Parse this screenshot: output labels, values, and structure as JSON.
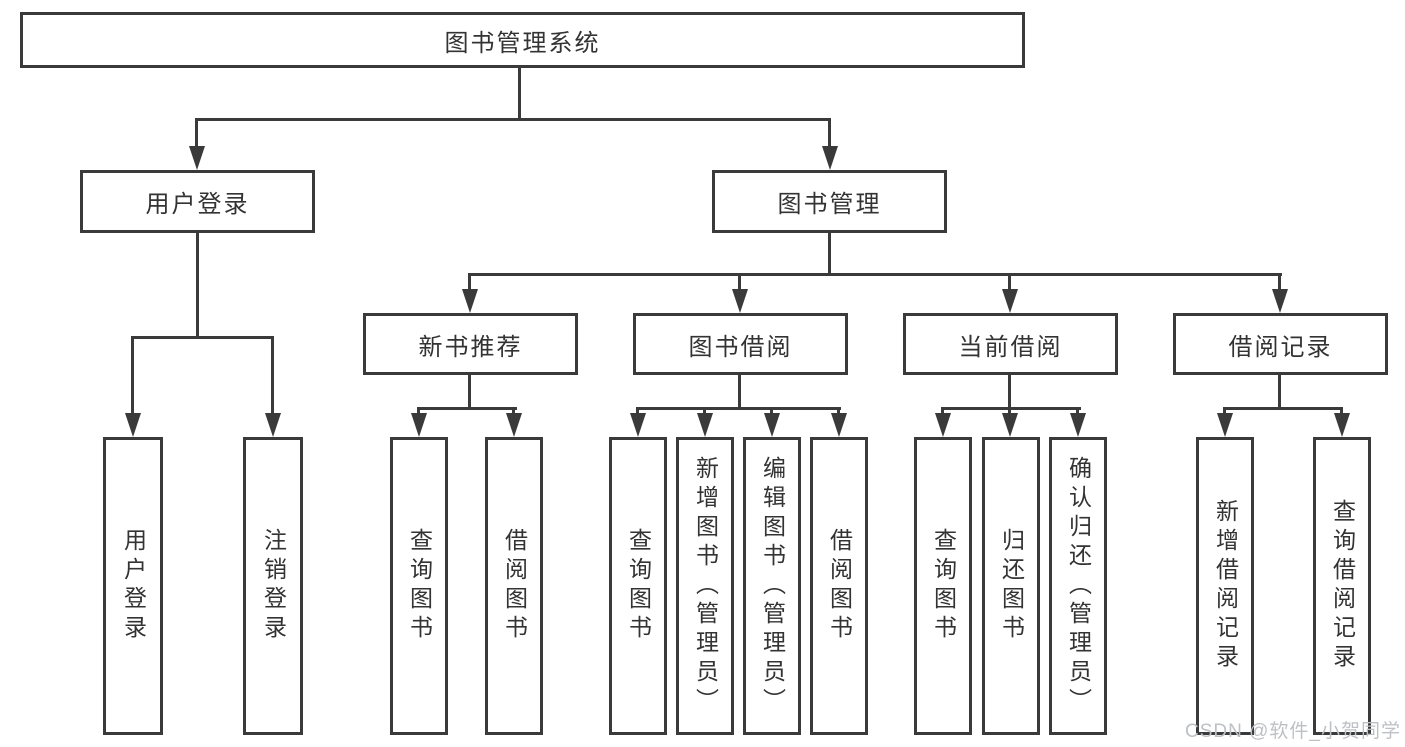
{
  "diagram": {
    "root": {
      "label": "图书管理系统"
    },
    "level2": [
      {
        "label": "用户登录"
      },
      {
        "label": "图书管理"
      }
    ],
    "level3": [
      {
        "label": "新书推荐"
      },
      {
        "label": "图书借阅"
      },
      {
        "label": "当前借阅"
      },
      {
        "label": "借阅记录"
      }
    ],
    "leaves": {
      "user_login": [
        {
          "label": "用户登录"
        },
        {
          "label": "注销登录"
        }
      ],
      "new_book_recommend": [
        {
          "label": "查询图书"
        },
        {
          "label": "借阅图书"
        }
      ],
      "book_borrow": [
        {
          "label": "查询图书"
        },
        {
          "label": "新增图书（管理员）"
        },
        {
          "label": "编辑图书（管理员）"
        },
        {
          "label": "借阅图书"
        }
      ],
      "current_borrow": [
        {
          "label": "查询图书"
        },
        {
          "label": "归还图书"
        },
        {
          "label": "确认归还（管理员）"
        }
      ],
      "borrow_records": [
        {
          "label": "新增借阅记录"
        },
        {
          "label": "查询借阅记录"
        }
      ]
    }
  },
  "watermark": {
    "text": "CSDN @软件_小贺同学"
  },
  "colors": {
    "line": "#3a3a3a",
    "text": "#333333",
    "watermark": "#bdc1c5",
    "background": "#ffffff"
  }
}
